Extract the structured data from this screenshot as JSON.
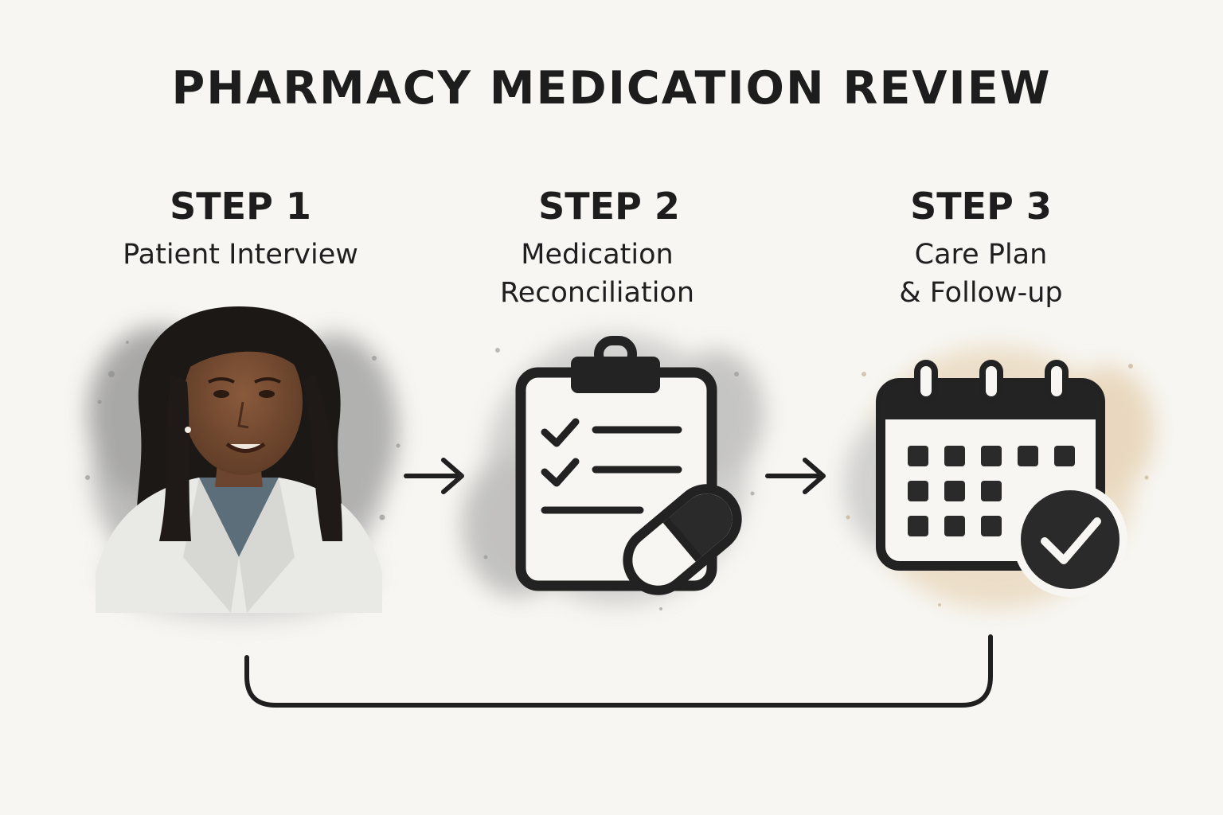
{
  "title": "PHARMACY MEDICATION REVIEW",
  "steps": [
    {
      "label": "STEP 1",
      "lines": [
        "Patient Interview"
      ]
    },
    {
      "label": "STEP 2",
      "lines": [
        "Medication",
        "Reconciliation"
      ]
    },
    {
      "label": "STEP 3",
      "lines": [
        "Care Plan",
        "& Follow-up"
      ]
    }
  ],
  "icons": {
    "step1": "pharmacist-portrait",
    "step2": "clipboard-checklist-capsule-icon",
    "step3": "calendar-check-icon",
    "connector": "arrow-right-icon",
    "loop": "return-loop-bracket"
  },
  "colors": {
    "background": "#f7f6f2",
    "ink": "#1f1f1f",
    "wash": "#9a9a9a",
    "warm_wash": "#e8d3b4"
  }
}
